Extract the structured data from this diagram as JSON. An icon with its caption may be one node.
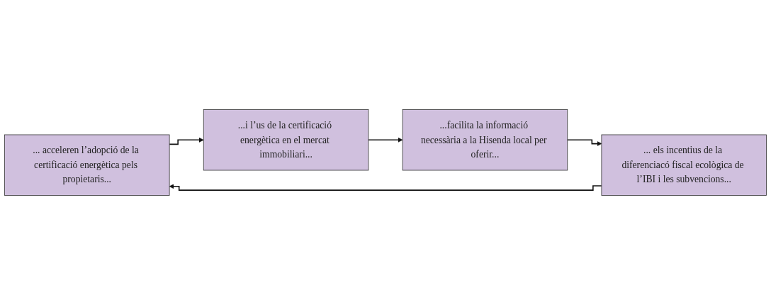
{
  "diagram": {
    "nodes": [
      {
        "text": [
          "... acceleren l’adopció de la certificació energètica pels propietaris..."
        ]
      },
      {
        "text": [
          "... els incentius de la diferenciacó fiscal ecològica de l’IBI i les subvencions..."
        ]
      },
      {
        "text": [
          "...i l’us de la certificació energètica en el mercat immobiliari..."
        ]
      },
      {
        "text": [
          "...facilita la informació necessària a la Hisenda local per oferir..."
        ]
      }
    ],
    "edges": [
      {
        "from": 1,
        "to": 0,
        "arrow": "to"
      },
      {
        "from": 0,
        "to": 2,
        "arrow": "to"
      },
      {
        "from": 2,
        "to": 3,
        "arrow": "to"
      },
      {
        "from": 3,
        "to": 1,
        "arrow": "to"
      }
    ]
  }
}
